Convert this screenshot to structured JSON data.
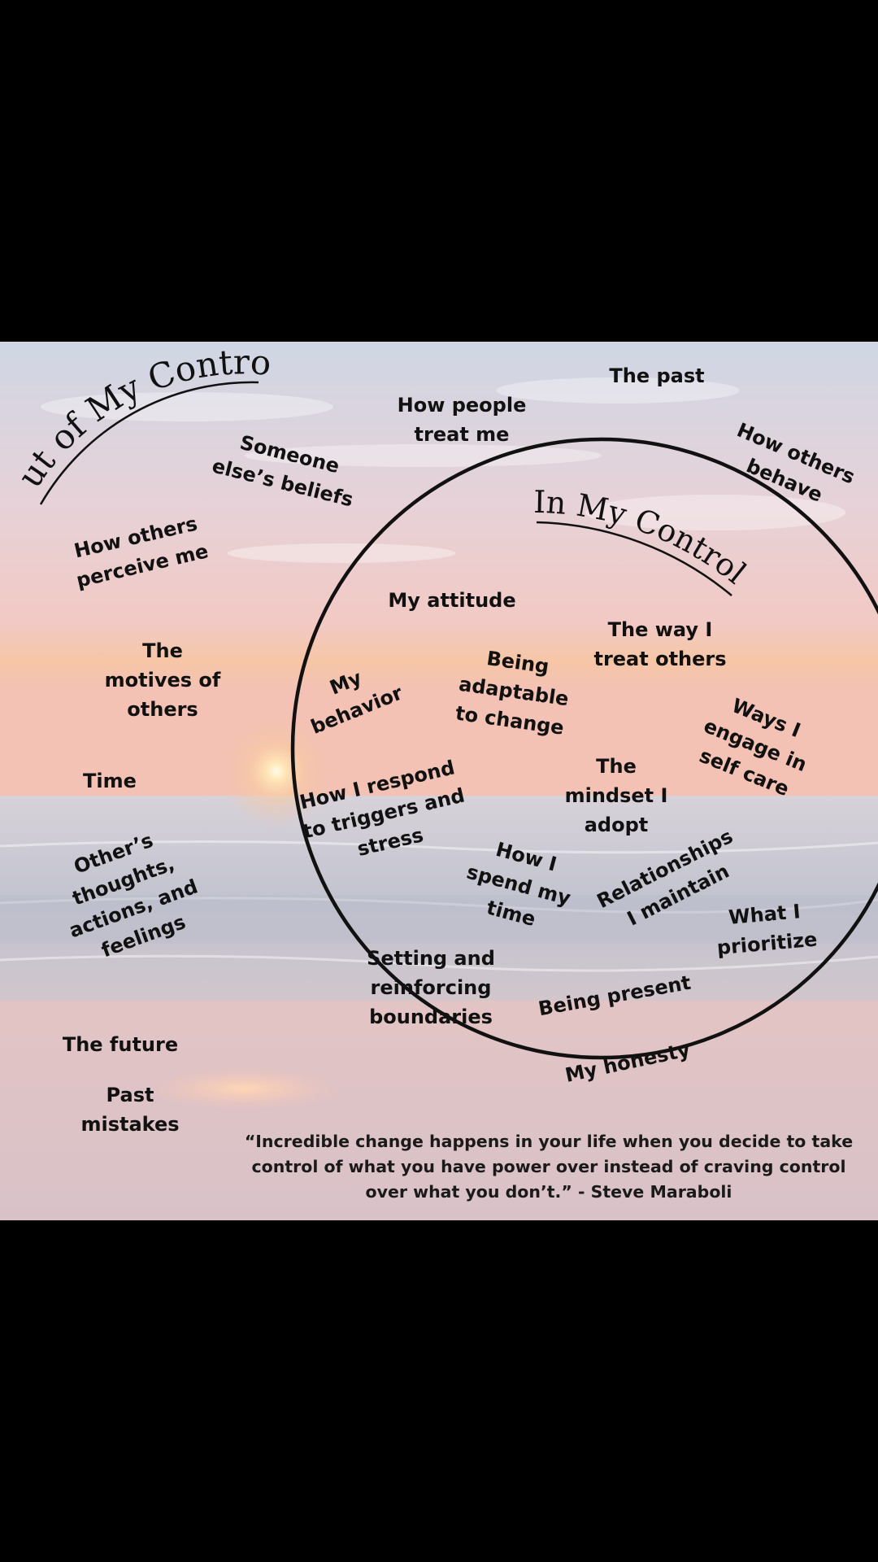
{
  "colors": {
    "letterbox": "#000000",
    "text": "#111111",
    "circle_stroke": "#111111",
    "sky_top": "#cfd6e4",
    "sky_mid": "#f2c9c4",
    "horizon_glow": "#f7c29e",
    "sea": "#c9c8d2",
    "sand": "#d9c4c8"
  },
  "titles": {
    "out_of_control": "Out of My Control",
    "in_control": "In My Control"
  },
  "out_of_control_items": [
    "The past",
    "How people\ntreat me",
    "How others\nbehave",
    "Someone\nelse’s beliefs",
    "How others\nperceive me",
    "The\nmotives of\nothers",
    "Time",
    "Other’s\nthoughts,\nactions, and\nfeelings",
    "The future",
    "Past\nmistakes"
  ],
  "in_control_items": [
    "My attitude",
    "The way I\ntreat others",
    "My\nbehavior",
    "Being\nadaptable\nto change",
    "Ways I\nengage in\nself care",
    "How I respond\nto triggers and\nstress",
    "The\nmindset I\nadopt",
    "How I\nspend my\ntime",
    "Relationships\nI maintain",
    "What I\nprioritize",
    "Setting and\nreinforcing\nboundaries",
    "Being present",
    "My honesty"
  ],
  "quote": "“Incredible change happens in your life when you decide to take control of what you have power over instead of craving control over what you don’t.” - Steve Maraboli"
}
